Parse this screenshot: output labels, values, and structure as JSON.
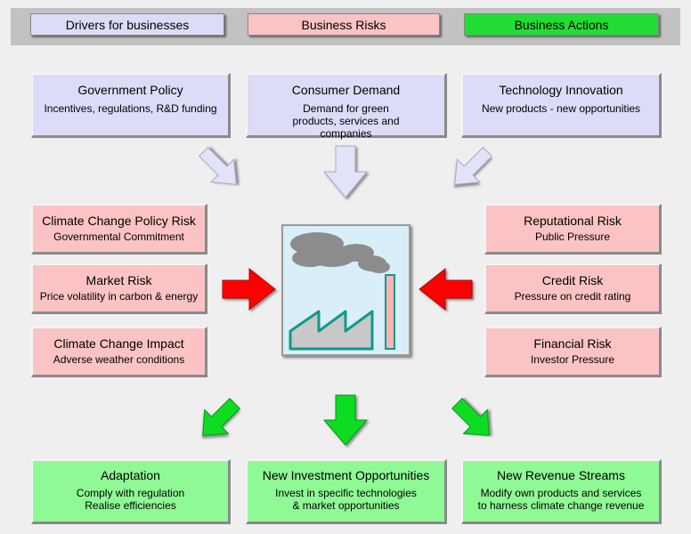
{
  "legend": {
    "drivers": "Drivers for businesses",
    "risks": "Business Risks",
    "actions": "Business Actions"
  },
  "colors": {
    "drivers": "#dcdcf8",
    "risks": "#fbc3c3",
    "actions": "#8ff995",
    "actions_legend": "#22dd33",
    "driver_arrow": "#e2e2f8",
    "risk_arrow": "#ff0000",
    "action_arrow": "#11dd22"
  },
  "drivers": [
    {
      "title": "Government Policy",
      "subtitle": "Incentives, regulations, R&D funding"
    },
    {
      "title": "Consumer Demand",
      "subtitle": "Demand for green products, services and companies"
    },
    {
      "title": "Technology Innovation",
      "subtitle": "New products - new opportunities"
    }
  ],
  "risks_left": [
    {
      "title": "Climate Change Policy Risk",
      "subtitle": "Governmental Commitment"
    },
    {
      "title": "Market Risk",
      "subtitle": "Price volatility in carbon & energy"
    },
    {
      "title": "Climate Change Impact",
      "subtitle": "Adverse weather conditions"
    }
  ],
  "risks_right": [
    {
      "title": "Reputational Risk",
      "subtitle": "Public Pressure"
    },
    {
      "title": "Credit Risk",
      "subtitle": "Pressure on credit rating"
    },
    {
      "title": "Financial Risk",
      "subtitle": "Investor Pressure"
    }
  ],
  "actions": [
    {
      "title": "Adaptation",
      "line1": "Comply with regulation",
      "line2": "Realise efficiencies"
    },
    {
      "title": "New Investment Opportunities",
      "line1": "Invest in specific technologies",
      "line2": "& market opportunities"
    },
    {
      "title": "New Revenue Streams",
      "line1": "Modify own products and services",
      "line2": "to harness climate change revenue"
    }
  ],
  "center_icon": "factory-icon"
}
